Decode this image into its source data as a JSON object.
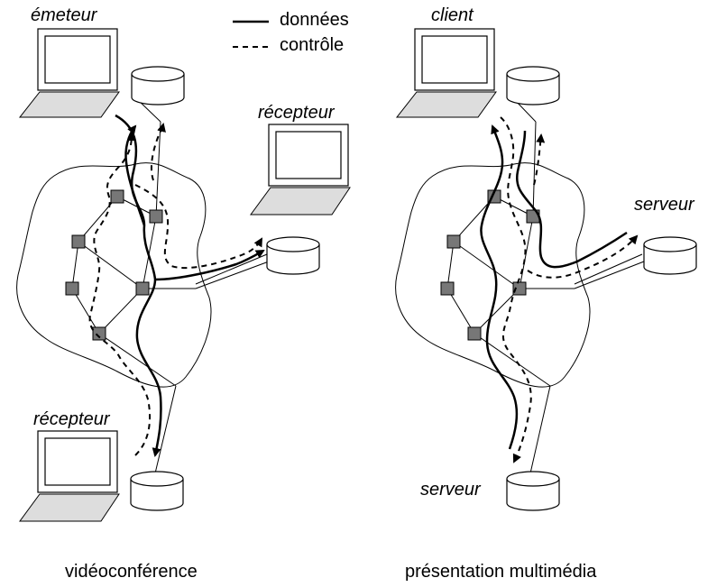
{
  "legend": {
    "data_label": "données",
    "control_label": "contrôle"
  },
  "left": {
    "sender_label": "émeteur",
    "receiver_right_label": "récepteur",
    "receiver_bottom_label": "récepteur",
    "caption": "vidéoconférence"
  },
  "right": {
    "client_label": "client",
    "server_right_label": "serveur",
    "server_bottom_label": "serveur",
    "caption": "présentation multimédia"
  },
  "colors": {
    "stroke": "#000000",
    "node_fill": "#777777",
    "keyboard_fill": "#dddddd",
    "background": "#ffffff"
  },
  "icons": [
    "laptop-icon",
    "disk-storage-icon",
    "network-node-icon"
  ]
}
